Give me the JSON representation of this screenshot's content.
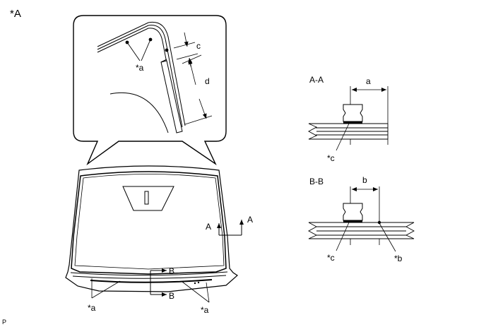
{
  "figure": {
    "view_label": "*A",
    "footer_code": "P"
  },
  "detail_inset": {
    "callout_a": "*a",
    "dim_c": "c",
    "dim_d": "d"
  },
  "windshield": {
    "section_a_letter_1": "A",
    "section_a_letter_2": "A",
    "section_b_letter_1": "B",
    "section_b_letter_2": "B",
    "callout_a_left": "*a",
    "callout_a_right": "*a"
  },
  "section_aa": {
    "title": "A-A",
    "dim_a": "a",
    "callout_c": "*c"
  },
  "section_bb": {
    "title": "B-B",
    "dim_b": "b",
    "callout_c": "*c",
    "callout_b": "*b"
  }
}
